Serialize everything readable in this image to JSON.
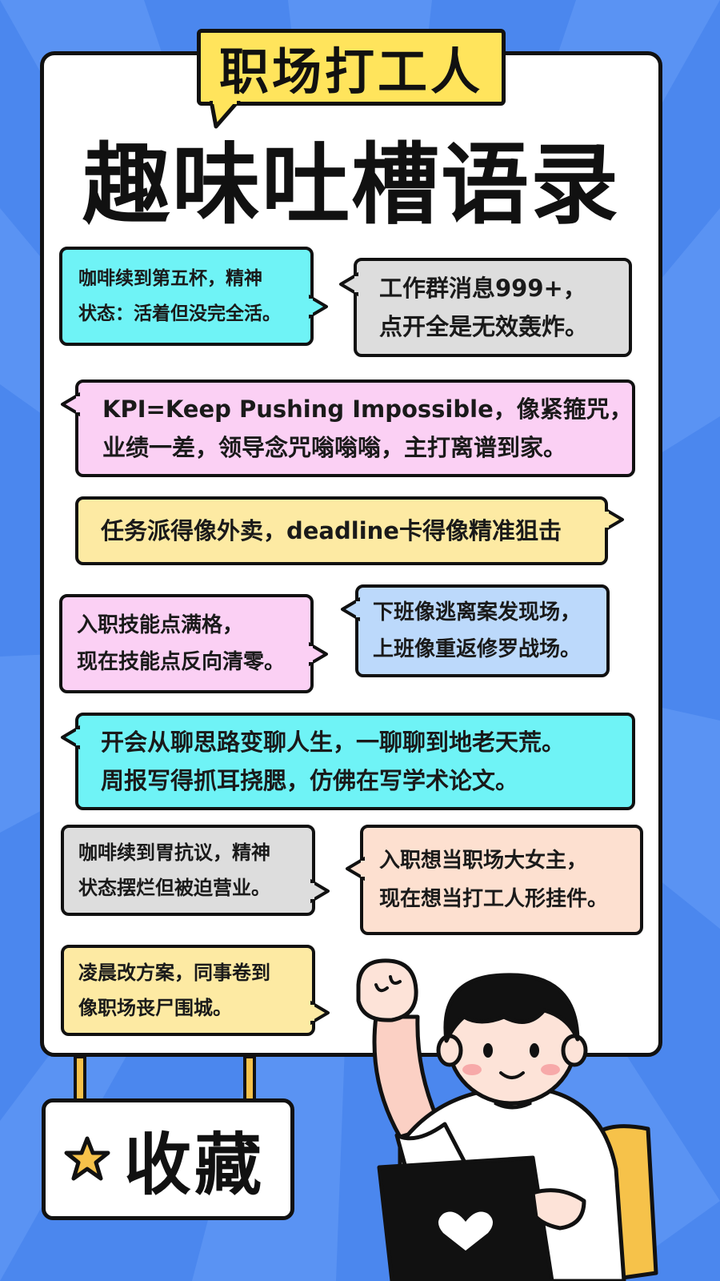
{
  "tag_label": "职场打工人",
  "headline": "趣味吐槽语录",
  "quotes": [
    {
      "lines": [
        "咖啡续到第五杯，精神",
        "状态：活着但没完全活。"
      ]
    },
    {
      "lines": [
        "工作群消息999+，",
        "点开全是无效轰炸。"
      ]
    },
    {
      "lines": [
        "KPI=Keep Pushing Impossible，像紧箍咒，",
        "业绩一差，领导念咒嗡嗡嗡，主打离谱到家。"
      ]
    },
    {
      "lines": [
        "任务派得像外卖，deadline卡得像精准狙击"
      ]
    },
    {
      "lines": [
        "入职技能点满格，",
        "现在技能点反向清零。"
      ]
    },
    {
      "lines": [
        "下班像逃离案发现场，",
        "上班像重返修罗战场。"
      ]
    },
    {
      "lines": [
        "开会从聊思路变聊人生，一聊聊到地老天荒。",
        "周报写得抓耳挠腮，仿佛在写学术论文。"
      ]
    },
    {
      "lines": [
        "咖啡续到胃抗议，精神",
        "状态摆烂但被迫营业。"
      ]
    },
    {
      "lines": [
        "入职想当职场大女主，",
        "现在想当打工人形挂件。"
      ]
    },
    {
      "lines": [
        "凌晨改方案，同事卷到",
        "像职场丧尸围城。"
      ]
    }
  ],
  "save_label": "收藏",
  "colors": {
    "background": "#4b87ee",
    "tag": "#ffe45c",
    "cyan": "#6ff3f6",
    "gray": "#dddddd",
    "pink": "#fbd0f4",
    "yellow": "#fdeaa3",
    "blue": "#bcd9fb",
    "peach": "#fde0d0"
  },
  "icons": [
    "star-icon",
    "heart-icon",
    "speech-tail-icon"
  ]
}
